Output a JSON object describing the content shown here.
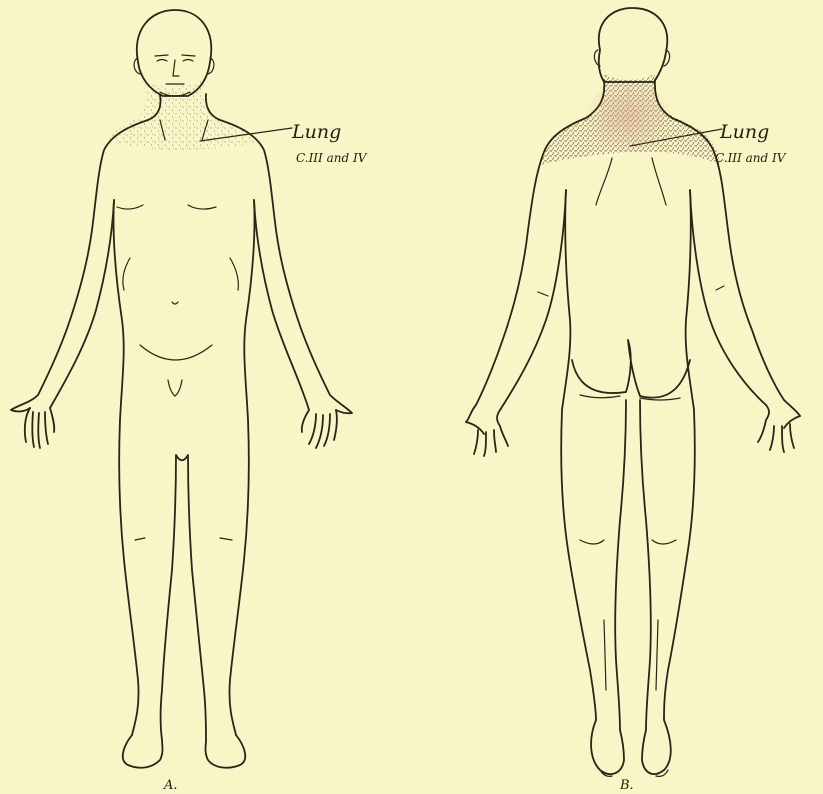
{
  "figure_a": {
    "letter": "A.",
    "label_title": "Lung",
    "label_detail": "C.III and IV"
  },
  "figure_b": {
    "letter": "B.",
    "label_title": "Lung",
    "label_detail": "C.III and IV"
  },
  "colors": {
    "paper": "#f8f5c6",
    "ink": "#2b2418",
    "stipple_front": "#5a5040",
    "stipple_back": "#6b4a3c"
  }
}
